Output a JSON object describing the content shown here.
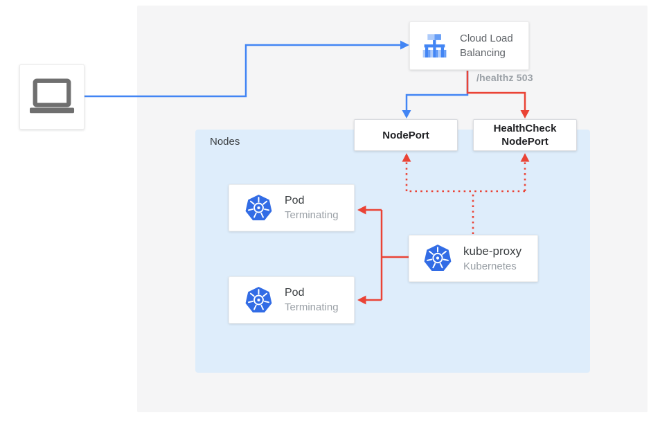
{
  "colors": {
    "blue": "#4285F4",
    "red": "#EA4335",
    "panel_bg": "#F5F5F6",
    "nodes_bg": "#DEEDFB",
    "k8s_blue": "#326CE5",
    "icon_gray": "#6F6F6F",
    "lb_light": "#AECBFA",
    "lb_medium": "#669DF6",
    "lb_dark": "#4285F4"
  },
  "client": {
    "icon": "laptop-icon"
  },
  "cloud_lb": {
    "label": "Cloud Load Balancing",
    "icon": "cloud-load-balancing-icon"
  },
  "edges": {
    "healthz_label": "/healthz 503",
    "connections": [
      {
        "from": "client-laptop",
        "to": "cloud-load-balancing",
        "style": "solid",
        "color": "blue",
        "arrow": "into-cloud-lb"
      },
      {
        "from": "cloud-load-balancing",
        "to": "nodeport",
        "style": "solid",
        "color": "blue",
        "arrow": "into-nodeport"
      },
      {
        "from": "cloud-load-balancing",
        "to": "healthcheck-nodeport",
        "style": "solid",
        "color": "red",
        "label": "/healthz 503",
        "arrow": "into-healthcheck-nodeport"
      },
      {
        "from": "kube-proxy",
        "to": "nodeport",
        "style": "dotted",
        "color": "red",
        "arrow": "into-nodeport-bottom"
      },
      {
        "from": "kube-proxy",
        "to": "healthcheck-nodeport",
        "style": "dotted",
        "color": "red",
        "arrow": "into-healthcheck-bottom"
      },
      {
        "from": "kube-proxy",
        "to": "pod-1",
        "style": "solid",
        "color": "red",
        "arrow": "into-pod-1"
      },
      {
        "from": "kube-proxy",
        "to": "pod-2",
        "style": "solid",
        "color": "red",
        "arrow": "into-pod-2"
      }
    ]
  },
  "nodes_group": {
    "label": "Nodes"
  },
  "ports": {
    "nodeport": "NodePort",
    "healthcheck_nodeport": "HealthCheck NodePort"
  },
  "pods": [
    {
      "title": "Pod",
      "status": "Terminating",
      "icon": "kubernetes-icon"
    },
    {
      "title": "Pod",
      "status": "Terminating",
      "icon": "kubernetes-icon"
    }
  ],
  "kube_proxy": {
    "title": "kube-proxy",
    "subtitle": "Kubernetes",
    "icon": "kubernetes-icon"
  }
}
